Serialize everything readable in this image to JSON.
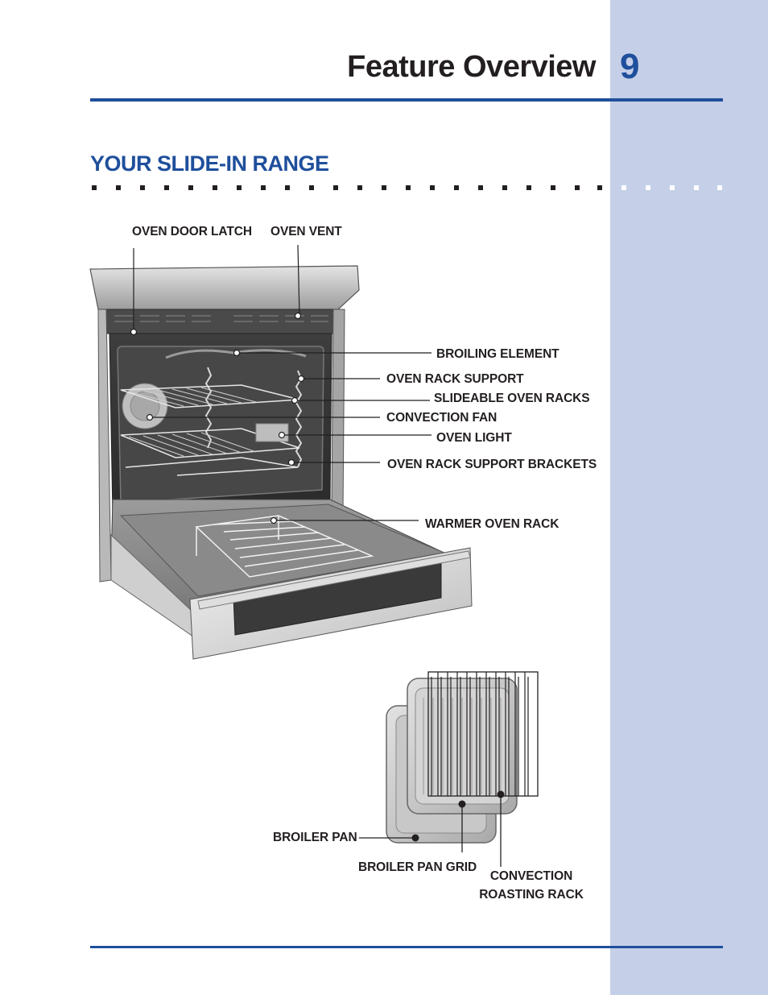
{
  "header": {
    "title": "Feature Overview",
    "page_number": "9"
  },
  "section": {
    "title": "YOUR SLIDE-IN RANGE"
  },
  "oven_labels": {
    "door_latch": "OVEN DOOR LATCH",
    "vent": "OVEN VENT",
    "broiling_element": "BROILING ELEMENT",
    "rack_support": "OVEN RACK SUPPORT",
    "slideable_racks": "SLIDEABLE OVEN RACKS",
    "convection_fan": "CONVECTION FAN",
    "oven_light": "OVEN LIGHT",
    "rack_support_brackets": "OVEN RACK SUPPORT BRACKETS",
    "warmer_rack": "WARMER OVEN RACK"
  },
  "accessory_labels": {
    "broiler_pan": "BROILER PAN",
    "broiler_pan_grid": "BROILER PAN GRID",
    "convection_roasting_rack_line1": "CONVECTION",
    "convection_roasting_rack_line2": "ROASTING RACK"
  },
  "colors": {
    "brand_blue": "#1f4f9c",
    "side_band": "#c5cfe8",
    "text": "#231f20"
  }
}
